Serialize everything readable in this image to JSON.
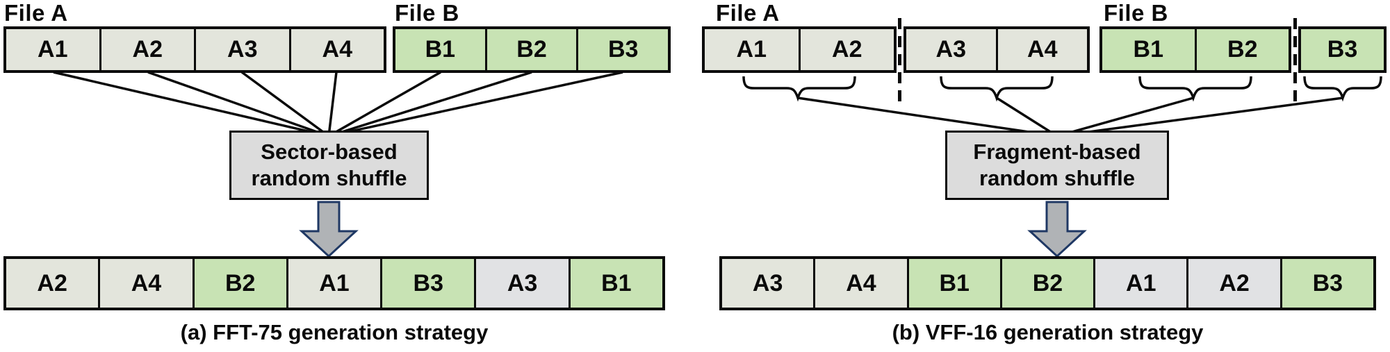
{
  "colors": {
    "sector_light": "#e3e5dc",
    "sector_gray": "#e1e2e4",
    "sector_green": "#c8e3b4",
    "shuffle_box_fill": "#dcdcdc",
    "outline_black": "#0a0a0a",
    "arrow_fill": "#b0b3b6",
    "arrow_stroke": "#1f3864"
  },
  "left": {
    "file_a_label": "File A",
    "file_b_label": "File B",
    "file_a_sectors": [
      "A1",
      "A2",
      "A3",
      "A4"
    ],
    "file_b_sectors": [
      "B1",
      "B2",
      "B3"
    ],
    "shuffle_line1": "Sector-based",
    "shuffle_line2": "random shuffle",
    "result_sectors": [
      "A2",
      "A4",
      "B2",
      "A1",
      "B3",
      "A3",
      "B1"
    ],
    "caption": "(a) FFT-75 generation strategy"
  },
  "right": {
    "file_a_label": "File A",
    "file_b_label": "File B",
    "file_a_fragment1": [
      "A1",
      "A2"
    ],
    "file_a_fragment2": [
      "A3",
      "A4"
    ],
    "file_b_fragment1": [
      "B1",
      "B2"
    ],
    "file_b_fragment2": [
      "B3"
    ],
    "shuffle_line1": "Fragment-based",
    "shuffle_line2": "random shuffle",
    "result_sectors": [
      "A3",
      "A4",
      "B1",
      "B2",
      "A1",
      "A2",
      "B3"
    ],
    "caption": "(b) VFF-16 generation strategy"
  }
}
